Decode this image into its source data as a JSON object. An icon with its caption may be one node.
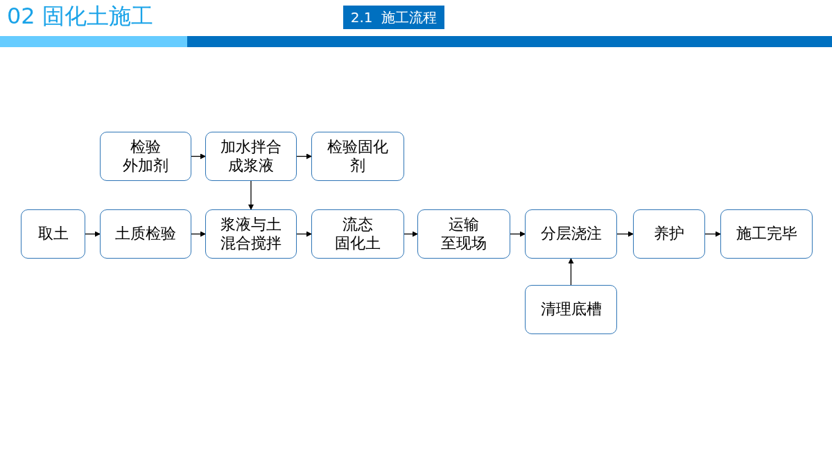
{
  "diagram": {
    "title": "02 固化土施工",
    "nodes": [
      {
        "text": [
          "检验外加剂"
        ]
      },
      {
        "text": [
          "加水拌合成浆液"
        ]
      },
      {
        "text": [
          "检验固化剂"
        ]
      },
      {
        "text": [
          "取土"
        ]
      },
      {
        "text": [
          "土质检验"
        ]
      },
      {
        "text": [
          "浆液与土混合搅拌"
        ]
      },
      {
        "text": [
          "流态固化土"
        ]
      },
      {
        "text": [
          "运输至现场"
        ]
      },
      {
        "text": [
          "分层浇注"
        ]
      },
      {
        "text": [
          "养护"
        ]
      },
      {
        "text": [
          "施工完毕"
        ]
      },
      {
        "text": [
          "清理底槽"
        ]
      }
    ],
    "edges": [
      {
        "from": 0,
        "to": 1,
        "arrow": "to"
      },
      {
        "from": 1,
        "to": 2,
        "arrow": "to"
      },
      {
        "from": 1,
        "to": 5,
        "arrow": "to"
      },
      {
        "from": 3,
        "to": 4,
        "arrow": "to"
      },
      {
        "from": 4,
        "to": 5,
        "arrow": "to"
      },
      {
        "from": 5,
        "to": 6,
        "arrow": "to"
      },
      {
        "from": 6,
        "to": 7,
        "arrow": "to"
      },
      {
        "from": 7,
        "to": 8,
        "arrow": "to"
      },
      {
        "from": 8,
        "to": 9,
        "arrow": "to"
      },
      {
        "from": 9,
        "to": 10,
        "arrow": "to"
      },
      {
        "from": 11,
        "to": 8,
        "arrow": "to"
      }
    ],
    "labels": [
      "2.1  施工流程"
    ]
  }
}
